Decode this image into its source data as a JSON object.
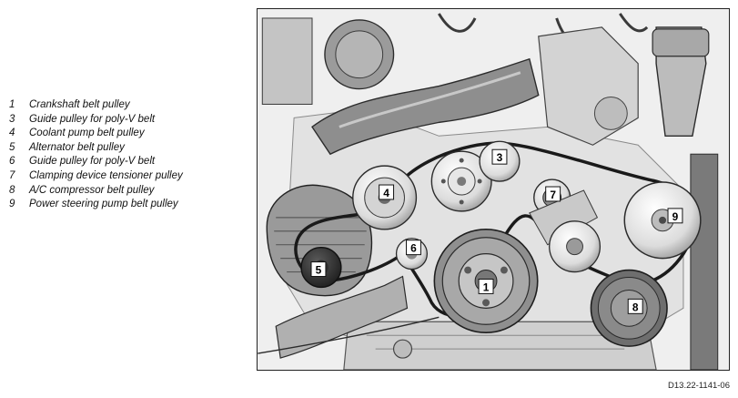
{
  "legend": [
    {
      "num": "1",
      "label": "Crankshaft belt pulley"
    },
    {
      "num": "3",
      "label": "Guide pulley for poly-V belt"
    },
    {
      "num": "4",
      "label": "Coolant pump belt pulley"
    },
    {
      "num": "5",
      "label": "Alternator belt pulley"
    },
    {
      "num": "6",
      "label": "Guide pulley for poly-V belt"
    },
    {
      "num": "7",
      "label": "Clamping device tensioner pulley"
    },
    {
      "num": "8",
      "label": "A/C compressor belt pulley"
    },
    {
      "num": "9",
      "label": "Power steering pump belt pulley"
    }
  ],
  "figure": {
    "code": "D13.22-1141-06",
    "callouts": [
      "1",
      "3",
      "4",
      "5",
      "6",
      "7",
      "8",
      "9"
    ]
  },
  "colors": {
    "belt": "#1a1a1a",
    "outline": "#2b2b2b",
    "shade_dark": "#3a3a3a",
    "shade_mid": "#9a9a9a",
    "shade_light": "#d9d9d9",
    "background": "#f4f4f4"
  }
}
